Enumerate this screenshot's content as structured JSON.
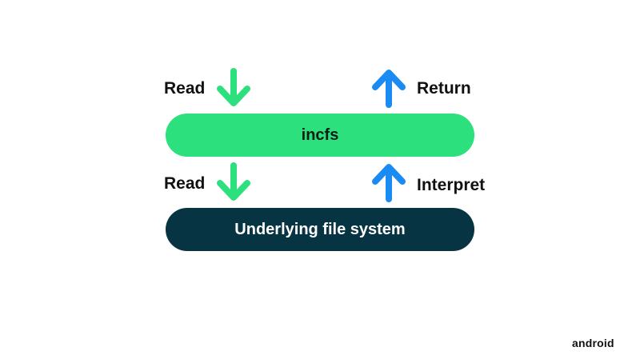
{
  "diagram": {
    "labels": {
      "read_top": "Read",
      "return": "Return",
      "read_bottom": "Read",
      "interpret": "Interpret"
    },
    "layers": {
      "incfs": "incfs",
      "underlying": "Underlying file system"
    },
    "colors": {
      "read_arrow": "#2de07e",
      "return_arrow": "#1a8bf2",
      "incfs_bar": "#2de07e",
      "underlying_bar": "#073442"
    }
  },
  "footer": {
    "logo_text": "android"
  }
}
